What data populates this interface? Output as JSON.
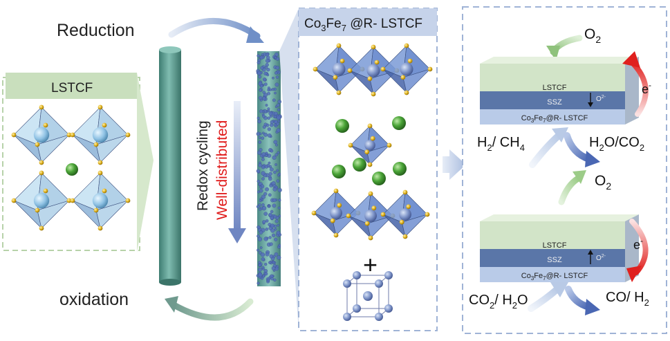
{
  "labels": {
    "reduction": "Reduction",
    "oxidation": "oxidation",
    "lstcf_box": "LSTCF",
    "redox_cycling": "Redox cycling",
    "well_distributed": "Well-distributed",
    "plus": "+"
  },
  "composite_header": {
    "prefix": "Co",
    "sub1": "3",
    "mid": "Fe",
    "sub2": "7",
    "suffix": " @R- LSTCF"
  },
  "cell_top": {
    "o2_in_base": "O",
    "o2_in_sub": "2",
    "layer_top": "LSTCF",
    "layer_mid": "SSZ",
    "layer_bottom": {
      "prefix": "Co",
      "sub1": "3",
      "mid": "Fe",
      "sub2": "7",
      "suffix": "@R- LSTCF"
    },
    "ion_base": "O",
    "ion_sup": "2-",
    "electron_base": "e",
    "electron_sup": "-",
    "fuel": {
      "a": "H",
      "a_sub": "2",
      "b": "/ CH",
      "b_sub": "4"
    },
    "product": {
      "a": "H",
      "a_sub": "2",
      "b": "O/CO",
      "b_sub": "2"
    },
    "o2_out_base": "O",
    "o2_out_sub": "2"
  },
  "cell_bottom": {
    "layer_top": "LSTCF",
    "layer_mid": "SSZ",
    "layer_bottom": {
      "prefix": "Co",
      "sub1": "3",
      "mid": "Fe",
      "sub2": "7",
      "suffix": "@R- LSTCF"
    },
    "ion_base": "O",
    "ion_sup": "2-",
    "electron_base": "e",
    "electron_sup": "-",
    "feed": {
      "a": "CO",
      "a_sub": "2",
      "b": "/ H",
      "b_sub": "2",
      "c": "O"
    },
    "product": {
      "a": "CO/ H",
      "a_sub": "2"
    }
  },
  "colors": {
    "octahedron": "#5b7fc9",
    "octahedron_light": "#a9cde8",
    "a_site": "#3f9a2f",
    "oxygen": "#e0b21b",
    "rod": "#5e9e92",
    "panel_border": "#9fb3d6",
    "layer_lstcf": "#d2e4c8",
    "layer_ssz": "#5a76a8",
    "layer_bottom": "#b9cbe8",
    "electron_arrow": "#e0201e",
    "accent_red": "#e01b1b"
  }
}
